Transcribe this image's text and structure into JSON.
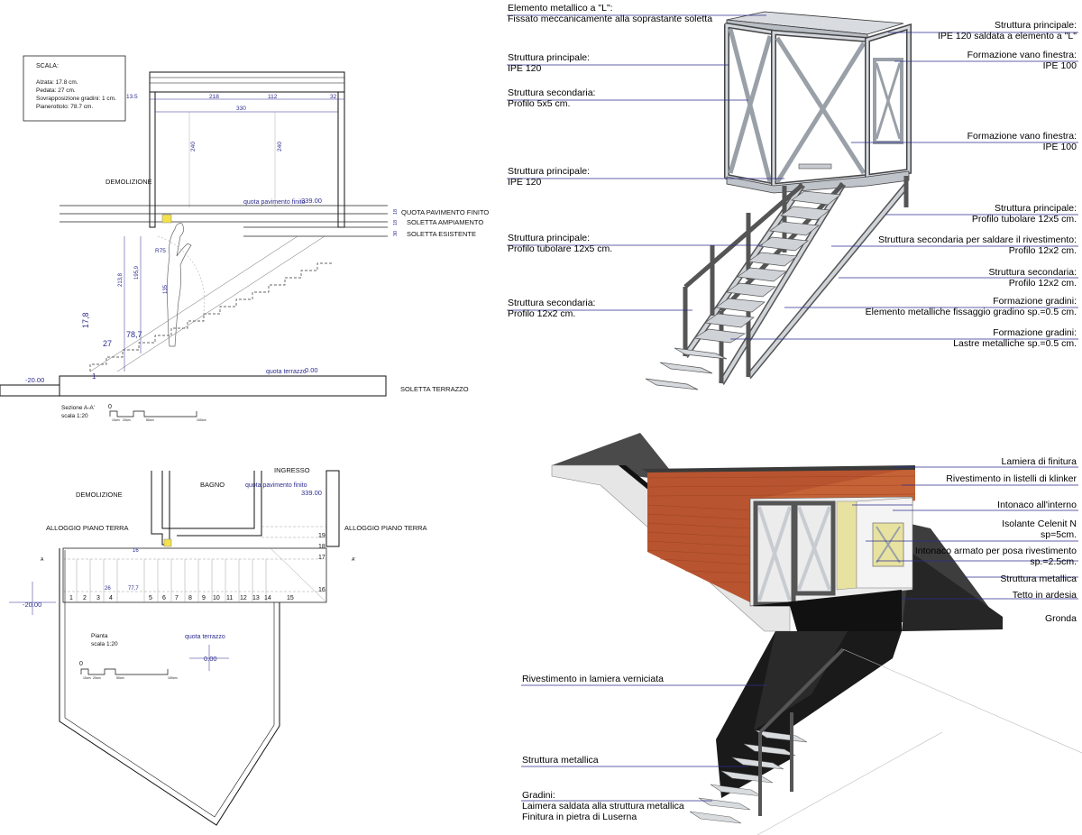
{
  "section": {
    "notes": {
      "title": "SCALA:",
      "lines": [
        "Alzata: 17.8 cm.",
        "Pedata: 27 cm.",
        "Sovrapposizione gradini: 1  cm.",
        "Pianerottolo: 78.7 cm."
      ]
    },
    "dims_top": [
      "13.5",
      "218",
      "112",
      "32"
    ],
    "dim_total": "330",
    "dim_height_a": "240",
    "dim_height_b": "240",
    "demolizione": "DEMOLIZIONE",
    "quota_pav_label": "quota pavimento finito",
    "quota_pav_value": "339.00",
    "layer_dims": [
      "18",
      "18",
      "30"
    ],
    "layers": [
      "QUOTA PAVIMENTO FINITO",
      "SOLETTA AMPIAMENTO",
      "SOLETTA ESISTENTE"
    ],
    "r75": "R75",
    "dim_2138": "213,8",
    "dim_1959": "195,9",
    "dim_135": "135",
    "dim_787": "78,7",
    "dim_27": "27",
    "dim_178": "17,8",
    "dim_1": "1",
    "dim_minus20": "-20.00",
    "quota_terrazzo_label": "quota terrazzo",
    "quota_terrazzo_value": "0.00",
    "soletta_terrazzo": "SOLETTA TERRAZZO",
    "caption_title": "Sezione A-A'",
    "caption_scale": "scala 1:20",
    "scale_zero": "0",
    "scale_ticks": [
      "10cm",
      "20cm",
      "50cm",
      "100cm"
    ]
  },
  "plan": {
    "bagno": "BAGNO",
    "ingresso": "INGRESSO",
    "demolizione": "DEMOLIZIONE",
    "alloggio_left": "ALLOGGIO PIANO TERRA",
    "alloggio_right": "ALLOGGIO PIANO TERRA",
    "quota_pav_label": "quota pavimento finito",
    "quota_pav_value": "339.00",
    "steps_right": [
      "19",
      "18",
      "17",
      "16"
    ],
    "steps_bottom": [
      "1",
      "2",
      "3",
      "4",
      "5",
      "6",
      "7",
      "8",
      "9",
      "10",
      "11",
      "12",
      "13",
      "14",
      "15"
    ],
    "dim_26": "26",
    "dim_777": "77,7",
    "dim_16": "16",
    "dim_minus20": "-20.00",
    "quota_terrazzo_label": "quota terrazzo",
    "quota_terrazzo_value": "0.00",
    "caption_title": "Pianta",
    "caption_scale": "scala 1:20",
    "scale_zero": "0",
    "scale_ticks": [
      "10cm",
      "20cm",
      "50cm",
      "100cm"
    ],
    "section_marks": [
      "A",
      "A'"
    ]
  },
  "structure": {
    "left_labels": [
      {
        "l1": "Elemento metallico a \"L\":",
        "l2": "Fissato meccanicamente alla soprastante soletta"
      },
      {
        "l1": "Struttura principale:",
        "l2": "IPE 120"
      },
      {
        "l1": "Struttura secondaria:",
        "l2": "Profilo 5x5 cm."
      },
      {
        "l1": "Struttura principale:",
        "l2": "IPE 120"
      },
      {
        "l1": "Struttura principale:",
        "l2": "Profilo tubolare 12x5 cm."
      },
      {
        "l1": "Struttura secondaria:",
        "l2": "Profilo 12x2 cm."
      }
    ],
    "right_labels": [
      {
        "l1": "Struttura principale:",
        "l2": "IPE 120 saldata a elemento a \"L\""
      },
      {
        "l1": "Formazione vano finestra:",
        "l2": "IPE 100"
      },
      {
        "l1": "Formazione vano finestra:",
        "l2": "IPE 100"
      },
      {
        "l1": "Struttura principale:",
        "l2": "Profilo tubolare 12x5 cm."
      },
      {
        "l1": "Struttura secondaria per saldare il rivestimento:",
        "l2": "Profilo 12x2 cm."
      },
      {
        "l1": "Struttura secondaria:",
        "l2": "Profilo 12x2 cm."
      },
      {
        "l1": "Formazione gradini:",
        "l2": "Elemento metalliche fissaggio gradino sp.=0.5 cm."
      },
      {
        "l1": "Formazione gradini:",
        "l2": "Lastre metalliche sp.=0.5 cm."
      }
    ]
  },
  "finish": {
    "right_labels": [
      {
        "l1": "Lamiera di finitura",
        "l2": ""
      },
      {
        "l1": "Rivestimento in listelli di klinker",
        "l2": ""
      },
      {
        "l1": "Intonaco all'interno",
        "l2": ""
      },
      {
        "l1": "Isolante Celenit N",
        "l2": "sp=5cm."
      },
      {
        "l1": "Intonaco armato per posa rivestimento",
        "l2": "sp.=2.5cm."
      },
      {
        "l1": "Struttura metallica",
        "l2": ""
      },
      {
        "l1": "Tetto in ardesia",
        "l2": ""
      },
      {
        "l1": "Gronda",
        "l2": ""
      }
    ],
    "left_labels": [
      {
        "l1": "Rivestimento in lamiera verniciata",
        "l2": "",
        "l3": ""
      },
      {
        "l1": "Struttura metallica",
        "l2": "",
        "l3": ""
      },
      {
        "l1": "Gradini:",
        "l2": "Laimera saldata alla struttura metallica",
        "l3": "Finitura in pietra di Luserna"
      }
    ]
  },
  "colors": {
    "leader": "#2d2d8f",
    "steel": "#c8ccd2",
    "brick": "#b8542f",
    "roof": "#3a3a3a",
    "insulation": "#e8e2a0"
  }
}
